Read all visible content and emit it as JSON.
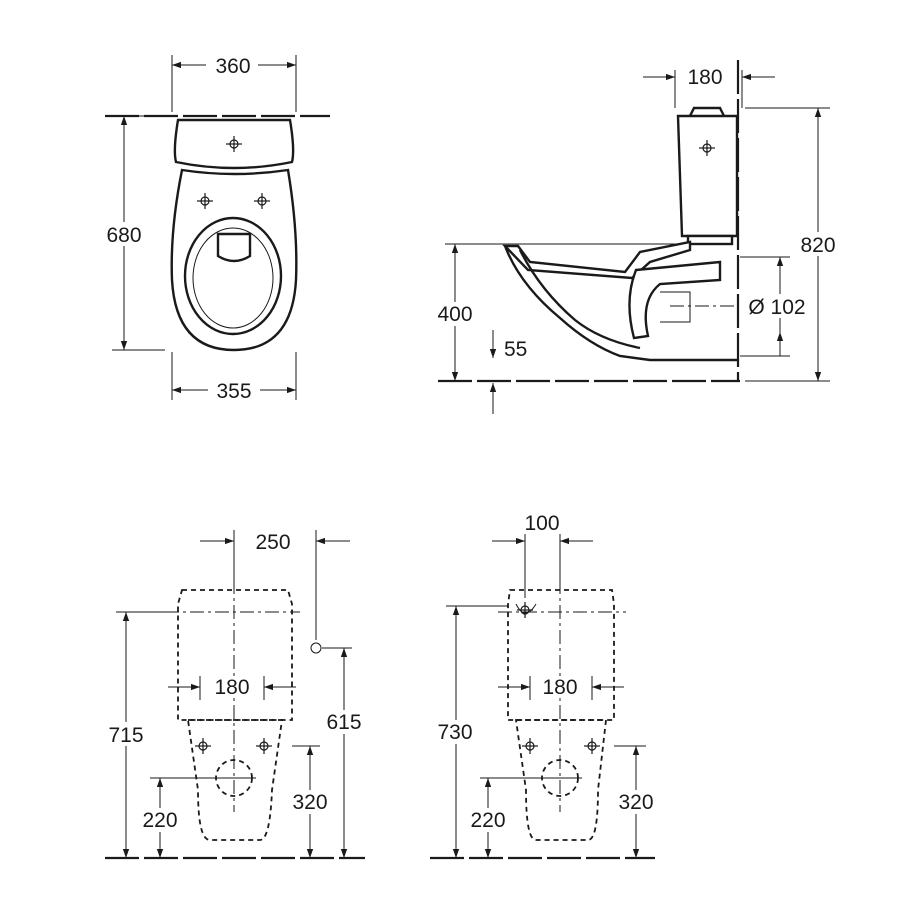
{
  "top_view": {
    "width_top": "360",
    "length": "680",
    "width_bottom": "355"
  },
  "side_view": {
    "tank_depth": "180",
    "total_height": "820",
    "seat_height": "400",
    "outlet_diameter": "Ø 102",
    "outlet_offset": "55"
  },
  "rear_view_1": {
    "spacing": "250",
    "inlet_height": "615",
    "tank_height": "715",
    "fixing_spacing": "180",
    "fixing_height": "320",
    "outlet_height": "220"
  },
  "rear_view_2": {
    "spacing": "100",
    "tank_height": "730",
    "fixing_spacing": "180",
    "fixing_height": "320",
    "outlet_height": "220"
  }
}
